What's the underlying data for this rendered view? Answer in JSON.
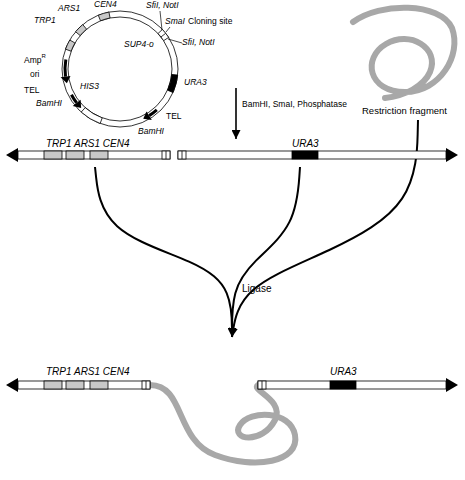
{
  "diagram": {
    "nodes": [
      {
        "text": [
          "TRP1",
          "ARS1",
          "CEN4",
          "SfiI, NotI",
          "SmaI",
          "Cloning site",
          "SUP4-o",
          "SfiI, NotI",
          "Amp",
          "R",
          "ori",
          "TEL",
          "BamHI",
          "HIS3",
          "URA3",
          "TEL",
          "BamHI"
        ]
      },
      {
        "text": [
          "Restriction fragment"
        ]
      },
      {
        "text": [
          "TRP1 ARS1 CEN4",
          "URA3"
        ]
      },
      {
        "text": [
          "TRP1 ARS1 CEN4",
          "URA3"
        ]
      }
    ],
    "edges": [
      {
        "from": 0,
        "to": 2,
        "arrow": "to",
        "label": "BamHI, SmaI, Phosphatase"
      },
      {
        "from": 2,
        "to": 3,
        "arrow": "to",
        "label": "Ligase"
      },
      {
        "from": 1,
        "to": 3,
        "arrow": "to"
      }
    ]
  }
}
